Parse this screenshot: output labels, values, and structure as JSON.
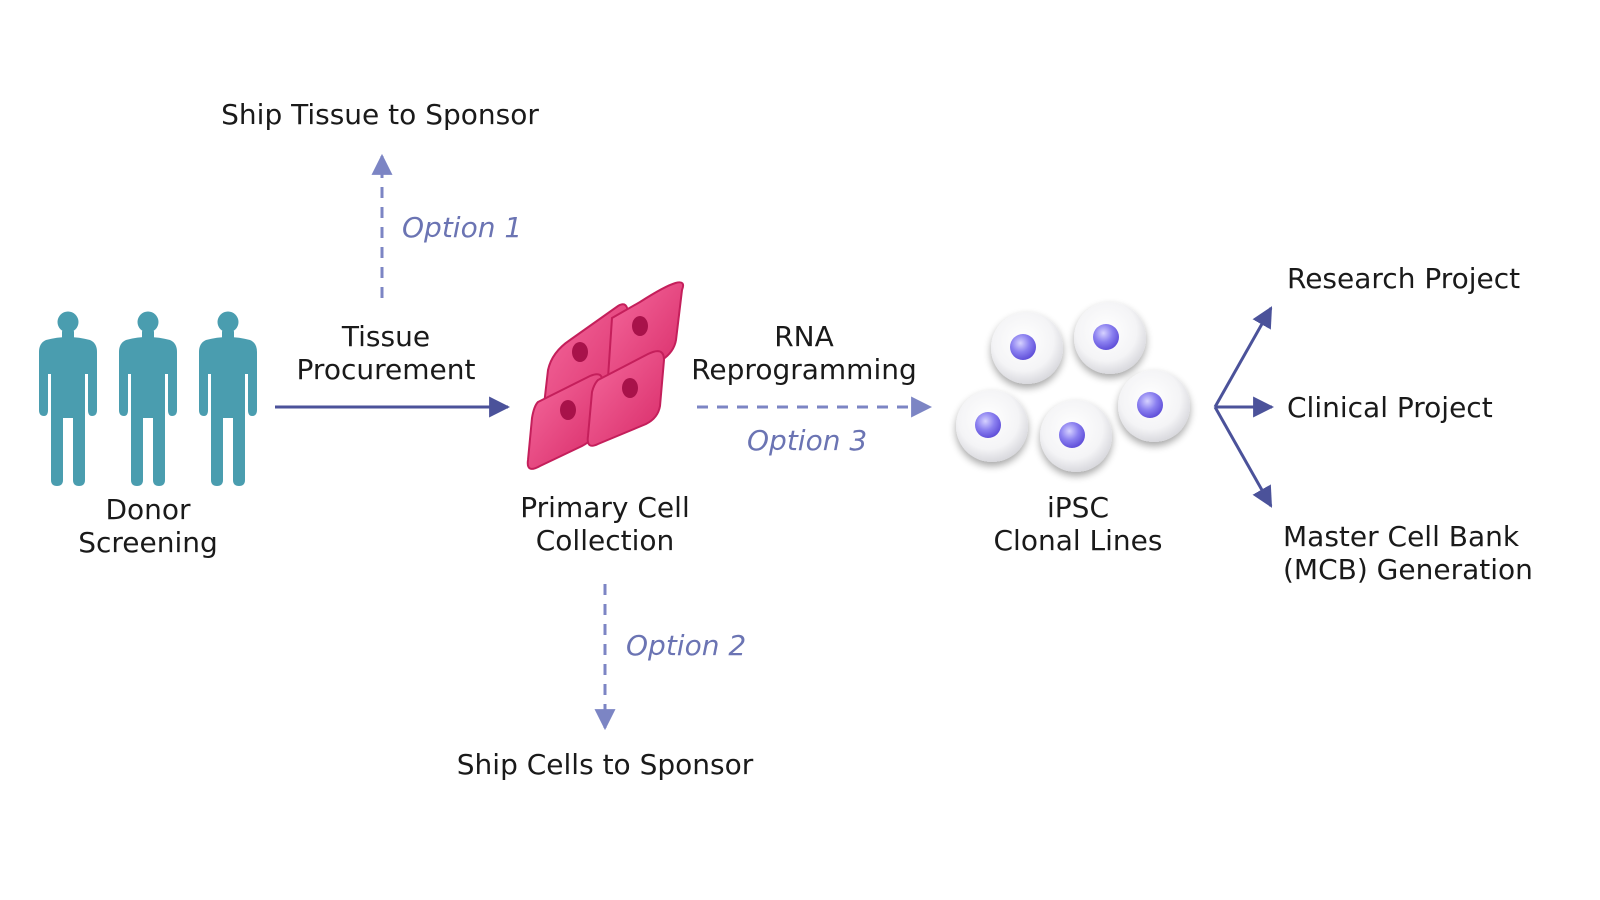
{
  "colors": {
    "arrow": "#4b529a",
    "dashed_arrow": "#7c85c4",
    "option_text": "#6b74b3",
    "donor": "#4a9daf",
    "cell_fill": "#e8407f",
    "cell_nucleus": "#a8124a",
    "ipsc_nucleus": "#6a5ae0",
    "label_text": "#1a1a1a"
  },
  "icons": {
    "donors": "person-icon",
    "primary_cells": "primary-cells-icon",
    "ipsc": "ipsc-colony-icon"
  },
  "nodes": {
    "donor": {
      "line1": "Donor",
      "line2": "Screening"
    },
    "primary": {
      "line1": "Primary Cell",
      "line2": "Collection"
    },
    "ipsc": {
      "line1": "iPSC",
      "line2": "Clonal Lines"
    },
    "ship_tissue": "Ship Tissue to Sponsor",
    "ship_cells": "Ship Cells to Sponsor",
    "research": "Research Project",
    "clinical": "Clinical Project",
    "mcb": {
      "line1": "Master Cell Bank",
      "line2": "(MCB) Generation"
    }
  },
  "edges": {
    "tissue_procurement": {
      "line1": "Tissue",
      "line2": "Procurement"
    },
    "rna_reprogramming": {
      "line1": "RNA",
      "line2": "Reprogramming"
    },
    "option1": "Option 1",
    "option2": "Option 2",
    "option3": "Option 3"
  }
}
